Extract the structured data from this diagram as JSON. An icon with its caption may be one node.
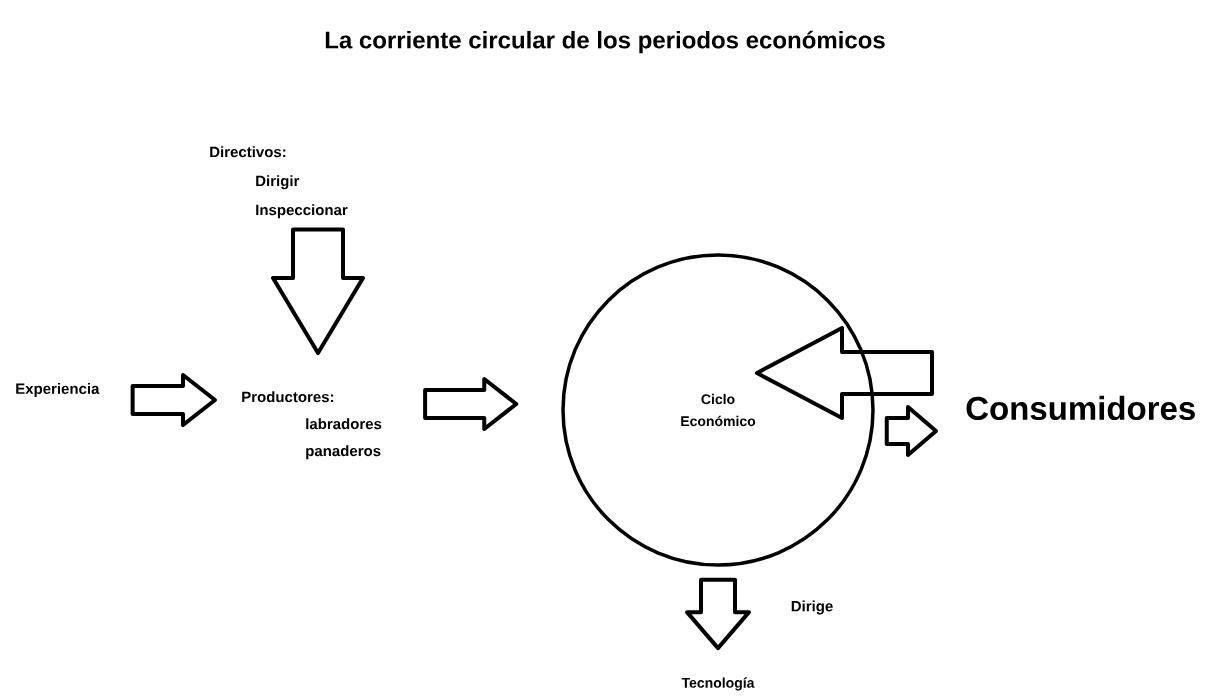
{
  "diagram": {
    "title": "La corriente circular de los periodos económicos",
    "nodes": [
      {
        "text": [
          "Directivos:",
          "Dirigir",
          "Inspeccionar"
        ]
      },
      {
        "text": [
          "Experiencia"
        ]
      },
      {
        "text": [
          "Productores:",
          "labradores",
          "panaderos"
        ]
      },
      {
        "text": [
          "Ciclo Económico"
        ]
      },
      {
        "text": [
          "Consumidores"
        ]
      },
      {
        "text": [
          "Tecnología"
        ]
      }
    ],
    "edges": [
      {
        "from": 0,
        "to": 2,
        "arrow": "to"
      },
      {
        "from": 1,
        "to": 2,
        "arrow": "to"
      },
      {
        "from": 2,
        "to": 3,
        "arrow": "to"
      },
      {
        "from": 4,
        "to": 3,
        "arrow": "to"
      },
      {
        "from": 3,
        "to": 4,
        "arrow": "to"
      },
      {
        "from": 3,
        "to": 5,
        "arrow": "to",
        "label": "Dirige"
      }
    ]
  }
}
